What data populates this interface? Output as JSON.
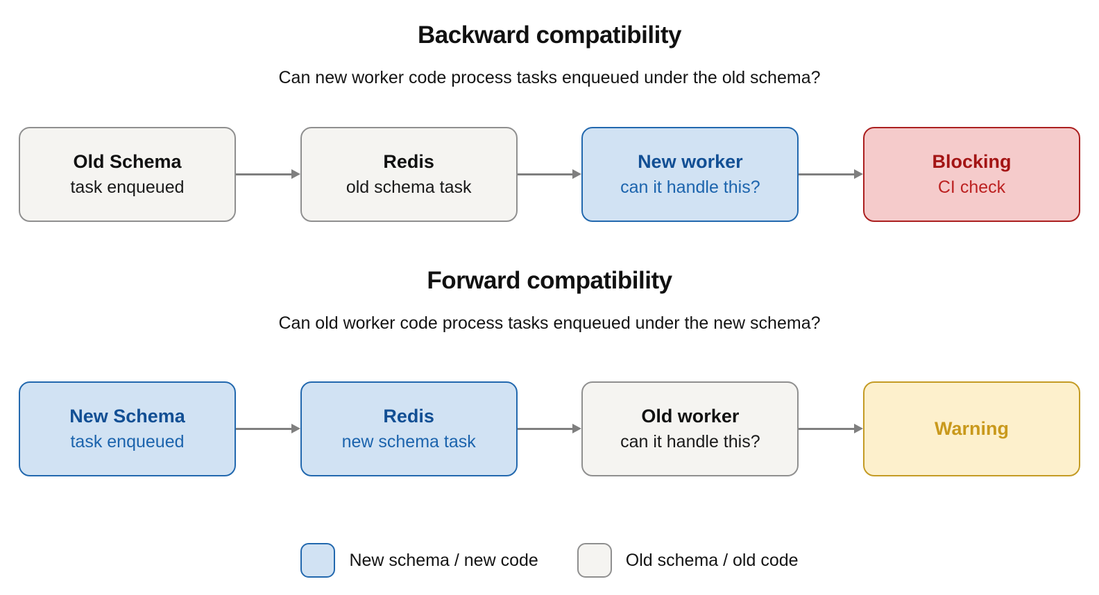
{
  "colors": {
    "page_bg": "#ffffff",
    "arrow_color": "#7f7f7f",
    "old_fill": "#f5f4f1",
    "old_border": "#8f8f8f",
    "old_title": "#111111",
    "old_sub": "#1a1a1a",
    "new_fill": "#d1e2f3",
    "new_border": "#2268ae",
    "new_title": "#124f94",
    "new_sub": "#1c64ad",
    "blocking_fill": "#f5cbcb",
    "blocking_border": "#ab1f1f",
    "blocking_title": "#a31414",
    "blocking_sub": "#bc2121",
    "warning_fill": "#fdf0cc",
    "warning_border": "#c49b24",
    "warning_title": "#c9991c"
  },
  "sections": [
    {
      "title": "Backward compatibility",
      "subtitle": "Can new worker code process tasks enqueued under the old schema?",
      "boxes": [
        {
          "title": "Old Schema",
          "subtitle": "task enqueued",
          "style": "old"
        },
        {
          "title": "Redis",
          "subtitle": "old schema task",
          "style": "old"
        },
        {
          "title": "New worker",
          "subtitle": "can it handle this?",
          "style": "new"
        },
        {
          "title": "Blocking",
          "subtitle": "CI check",
          "style": "blocking"
        }
      ]
    },
    {
      "title": "Forward compatibility",
      "subtitle": "Can old worker code process tasks enqueued under the new schema?",
      "boxes": [
        {
          "title": "New Schema",
          "subtitle": "task enqueued",
          "style": "new"
        },
        {
          "title": "Redis",
          "subtitle": "new schema task",
          "style": "new"
        },
        {
          "title": "Old worker",
          "subtitle": "can it handle this?",
          "style": "old"
        },
        {
          "title": "Warning",
          "subtitle": "",
          "style": "warning"
        }
      ]
    }
  ],
  "legend": {
    "items": [
      {
        "label": "New schema / new code",
        "style": "new"
      },
      {
        "label": "Old schema / old code",
        "style": "old"
      }
    ]
  }
}
